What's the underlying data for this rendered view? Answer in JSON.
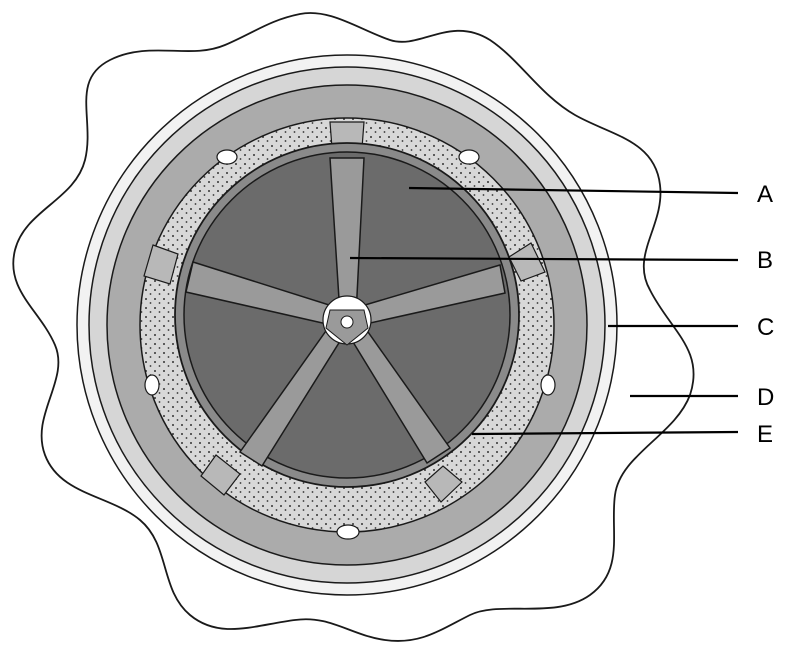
{
  "labels": {
    "a": "A",
    "b": "B",
    "c": "C",
    "d": "D",
    "e": "E"
  },
  "colors": {
    "outer_tissue": "#ffffff",
    "outer_ring": "#f2f2f2",
    "mid_ring": "#d6d6d6",
    "cortex": "#ababab",
    "dotted_band": "#d8d8d8",
    "xylem_rays": "#9a9a9a",
    "core_sector": "#6b6b6b",
    "outline": "#1a1a1a"
  }
}
